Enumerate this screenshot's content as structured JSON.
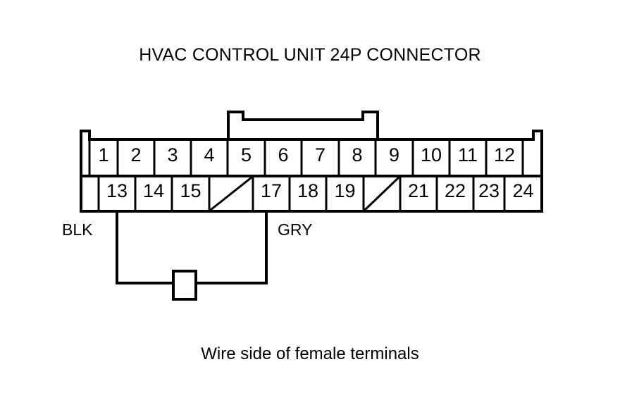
{
  "page": {
    "title": "HVAC CONTROL UNIT 24P CONNECTOR",
    "caption": "Wire side of female terminals",
    "background_color": "#ffffff",
    "line_color": "#000000"
  },
  "connector": {
    "name": "HVAC CONTROL UNIT 24P CONNECTOR",
    "pin_count": 24,
    "view": "Wire side of female terminals",
    "latch_tab": "top-center",
    "rows": [
      {
        "row": "top",
        "cells": [
          {
            "label": "1",
            "blank": false
          },
          {
            "label": "2",
            "blank": false
          },
          {
            "label": "3",
            "blank": false
          },
          {
            "label": "4",
            "blank": false
          },
          {
            "label": "5",
            "blank": false
          },
          {
            "label": "6",
            "blank": false
          },
          {
            "label": "7",
            "blank": false
          },
          {
            "label": "8",
            "blank": false
          },
          {
            "label": "9",
            "blank": false
          },
          {
            "label": "10",
            "blank": false
          },
          {
            "label": "11",
            "blank": false
          },
          {
            "label": "12",
            "blank": false
          }
        ]
      },
      {
        "row": "bottom",
        "cells": [
          {
            "label": "13",
            "blank": false
          },
          {
            "label": "14",
            "blank": false
          },
          {
            "label": "15",
            "blank": false
          },
          {
            "label": "",
            "blank": true
          },
          {
            "label": "17",
            "blank": false
          },
          {
            "label": "18",
            "blank": false
          },
          {
            "label": "19",
            "blank": false
          },
          {
            "label": "",
            "blank": true
          },
          {
            "label": "21",
            "blank": false
          },
          {
            "label": "22",
            "blank": false
          },
          {
            "label": "23",
            "blank": false
          },
          {
            "label": "24",
            "blank": false
          }
        ]
      }
    ]
  },
  "wires": [
    {
      "id": "wire-blk",
      "label": "BLK",
      "from_pin": "13",
      "color_name": "BLK"
    },
    {
      "id": "wire-gry",
      "label": "GRY",
      "from_pin": "17",
      "color_name": "GRY"
    }
  ],
  "component": {
    "name": "inline-component",
    "shape": "rectangle",
    "label": ""
  }
}
